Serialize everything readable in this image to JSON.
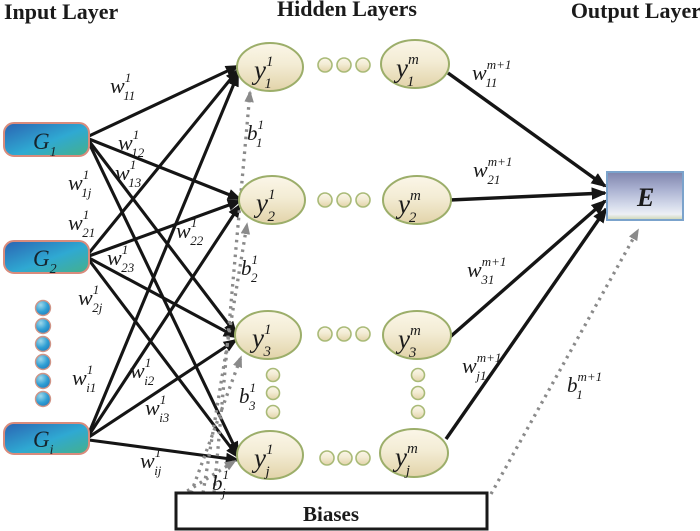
{
  "titles": {
    "input": "Input Layer",
    "hidden": "Hidden Layers",
    "output": "Output Layer"
  },
  "input_layer": {
    "nodes": [
      {
        "base": "G",
        "sub": "1"
      },
      {
        "base": "G",
        "sub": "2"
      },
      {
        "base": "G",
        "sub": "i"
      }
    ]
  },
  "hidden_layer": {
    "col1": [
      {
        "base": "y",
        "sup": "1",
        "sub": "1"
      },
      {
        "base": "y",
        "sup": "1",
        "sub": "2"
      },
      {
        "base": "y",
        "sup": "1",
        "sub": "3"
      },
      {
        "base": "y",
        "sup": "1",
        "sub": "j"
      }
    ],
    "col2": [
      {
        "base": "y",
        "sup": "m",
        "sub": "1"
      },
      {
        "base": "y",
        "sup": "m",
        "sub": "2"
      },
      {
        "base": "y",
        "sup": "m",
        "sub": "3"
      },
      {
        "base": "y",
        "sup": "m",
        "sub": "j"
      }
    ]
  },
  "output_layer": {
    "node_label": "E"
  },
  "biases_box": {
    "label": "Biases"
  },
  "weights_l1": [
    {
      "base": "w",
      "sup": "1",
      "sub": "11"
    },
    {
      "base": "w",
      "sup": "1",
      "sub": "12"
    },
    {
      "base": "w",
      "sup": "1",
      "sub": "13"
    },
    {
      "base": "w",
      "sup": "1",
      "sub": "1j"
    },
    {
      "base": "w",
      "sup": "1",
      "sub": "21"
    },
    {
      "base": "w",
      "sup": "1",
      "sub": "22"
    },
    {
      "base": "w",
      "sup": "1",
      "sub": "23"
    },
    {
      "base": "w",
      "sup": "1",
      "sub": "2j"
    },
    {
      "base": "w",
      "sup": "1",
      "sub": "i1"
    },
    {
      "base": "w",
      "sup": "1",
      "sub": "i2"
    },
    {
      "base": "w",
      "sup": "1",
      "sub": "i3"
    },
    {
      "base": "w",
      "sup": "1",
      "sub": "ij"
    }
  ],
  "bias_labels_l1": [
    {
      "base": "b",
      "sup": "1",
      "sub": "1"
    },
    {
      "base": "b",
      "sup": "1",
      "sub": "2"
    },
    {
      "base": "b",
      "sup": "1",
      "sub": "3"
    },
    {
      "base": "b",
      "sup": "1",
      "sub": "j"
    }
  ],
  "weights_out": [
    {
      "base": "w",
      "sup": "m+1",
      "sub": "11"
    },
    {
      "base": "w",
      "sup": "m+1",
      "sub": "21"
    },
    {
      "base": "w",
      "sup": "m+1",
      "sub": "31"
    },
    {
      "base": "w",
      "sup": "m+1",
      "sub": "j1"
    }
  ],
  "bias_label_out": {
    "base": "b",
    "sup": "m+1",
    "sub": "1"
  },
  "colors": {
    "input_node_start": "#2b63b2",
    "input_node_mid": "#2fa9d2",
    "input_node_end": "#45b08a",
    "input_node_border": "#d98b7c",
    "hidden_fill_top": "#fbf6e8",
    "hidden_fill_bottom": "#e2d3a9",
    "hidden_border": "#9cae6a",
    "output_top": "#7f84ac",
    "output_mid": "#d5dbeb",
    "output_bottom_band": "#ccd5b0",
    "output_border": "#7ba3cc",
    "edge_black": "#151515",
    "bias_edge_gray": "#8a8a8a"
  }
}
